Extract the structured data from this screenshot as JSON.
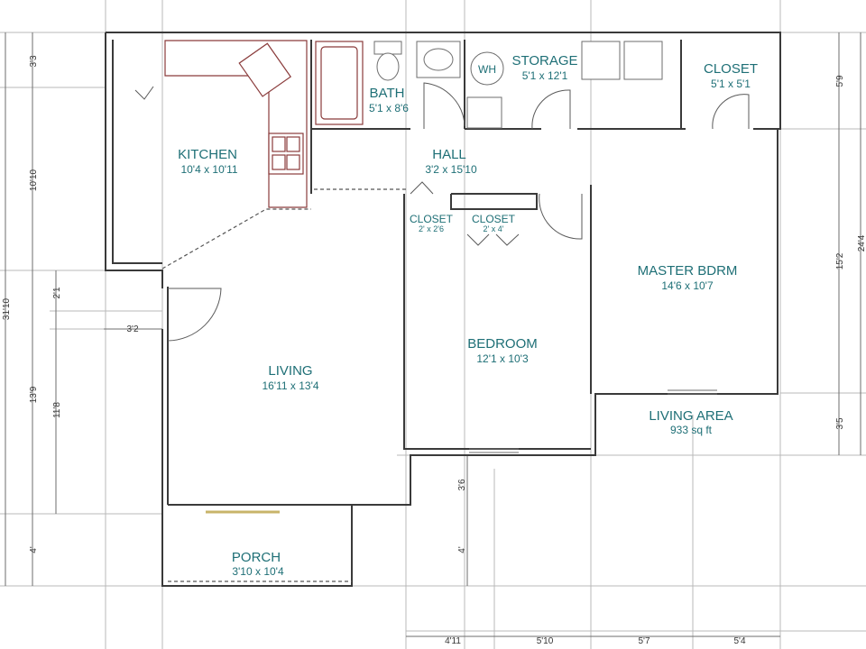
{
  "rooms": {
    "kitchen": {
      "name": "KITCHEN",
      "size": "10'4 x 10'11"
    },
    "bath": {
      "name": "BATH",
      "size": "5'1 x 8'6"
    },
    "storage": {
      "name": "STORAGE",
      "size": "5'1 x 12'1"
    },
    "closet_top": {
      "name": "CLOSET",
      "size": "5'1 x 5'1"
    },
    "hall": {
      "name": "HALL",
      "size": "3'2 x 15'10"
    },
    "closet_a": {
      "name": "CLOSET",
      "size": "2' x 2'6"
    },
    "closet_b": {
      "name": "CLOSET",
      "size": "2' x 4'"
    },
    "master": {
      "name": "MASTER BDRM",
      "size": "14'6 x 10'7"
    },
    "bedroom": {
      "name": "BEDROOM",
      "size": "12'1 x 10'3"
    },
    "living": {
      "name": "LIVING",
      "size": "16'11 x 13'4"
    },
    "living_area": {
      "name": "LIVING AREA",
      "size": "933 sq ft"
    },
    "porch": {
      "name": "PORCH",
      "size": "3'10 x 10'4"
    }
  },
  "water_heater": "WH",
  "dimensions": {
    "left_outer": "31'10",
    "left_a": "3'3",
    "left_b": "10'10",
    "left_c": "13'9",
    "left_d": "4'",
    "inner_a": "2'1",
    "inner_b": "11'8",
    "door_offset": "3'2",
    "center_a": "3'6",
    "center_b": "4'",
    "right_outer": "24'4",
    "right_a": "5'9",
    "right_b": "15'2",
    "right_c": "3'5",
    "bottom_a": "4'11",
    "bottom_b": "5'10",
    "bottom_c": "5'7",
    "bottom_d": "5'4"
  }
}
